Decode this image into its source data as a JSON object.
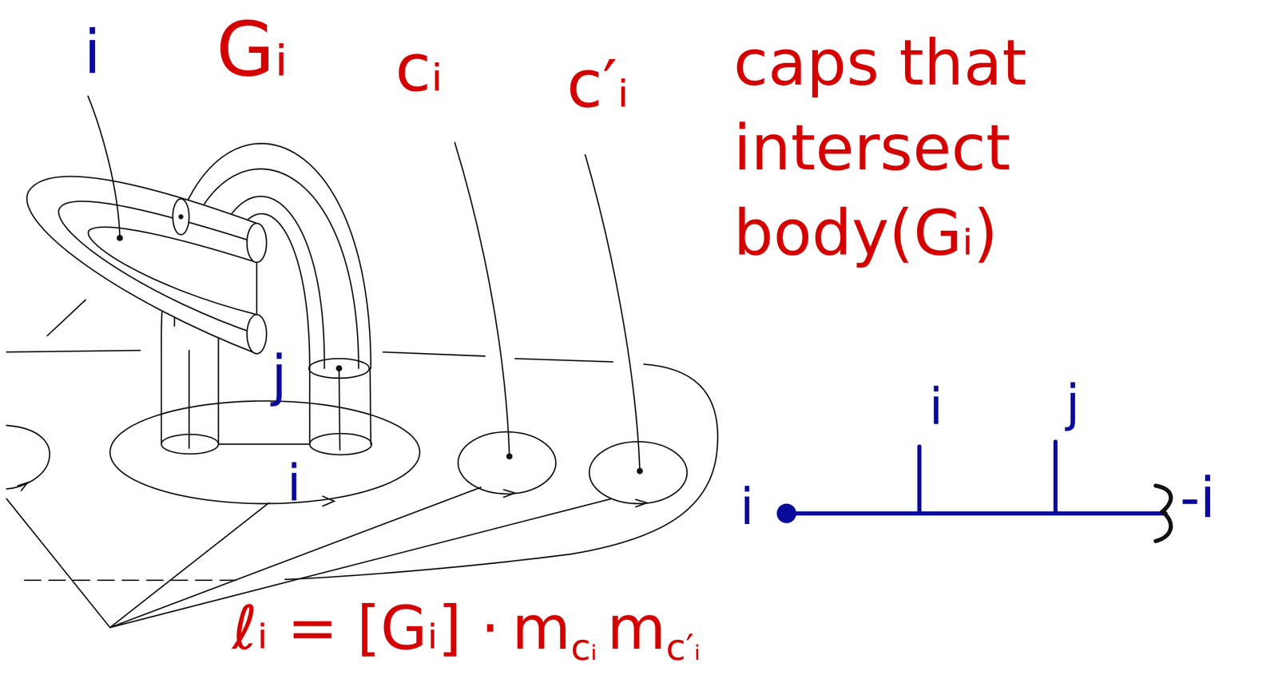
{
  "diagram": {
    "labels": [
      "i",
      "Gᵢ",
      "cᵢ",
      "c′ᵢ",
      "caps that intersect body(Gᵢ)",
      "j",
      "i",
      "i",
      "i",
      "j",
      "-i",
      "ℓᵢ = [Gᵢ] ·",
      "m",
      "cᵢ",
      "m",
      "c′ᵢ"
    ]
  }
}
